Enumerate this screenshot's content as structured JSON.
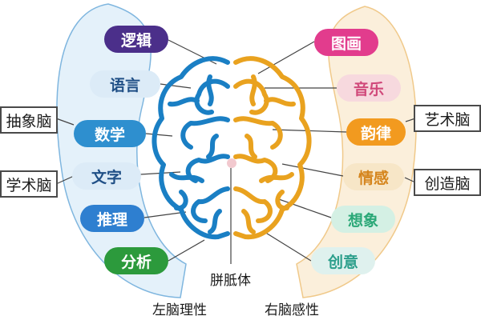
{
  "left_group": {
    "items": [
      {
        "label": "逻辑",
        "bg": "#4b2f8a",
        "color": "#ffffff"
      },
      {
        "label": "语言",
        "bg": "#dcebf7",
        "color": "#1f4f86"
      },
      {
        "label": "数学",
        "bg": "#2e8fcf",
        "color": "#ffffff"
      },
      {
        "label": "文字",
        "bg": "#dcebf7",
        "color": "#1f4f86"
      },
      {
        "label": "推理",
        "bg": "#2e7fd0",
        "color": "#ffffff"
      },
      {
        "label": "分析",
        "bg": "#2c9a3c",
        "color": "#ffffff"
      }
    ],
    "side_labels": [
      "抽象脑",
      "学术脑"
    ]
  },
  "right_group": {
    "items": [
      {
        "label": "图画",
        "bg": "#e23c8d",
        "color": "#ffffff"
      },
      {
        "label": "音乐",
        "bg": "#f7d9de",
        "color": "#d0487a"
      },
      {
        "label": "韵律",
        "bg": "#f29a1f",
        "color": "#ffffff"
      },
      {
        "label": "情感",
        "bg": "#f7e6c7",
        "color": "#d5851d"
      },
      {
        "label": "想象",
        "bg": "#d4f0e4",
        "color": "#2aa877"
      },
      {
        "label": "创意",
        "bg": "#dff1ee",
        "color": "#2d9f8c"
      }
    ],
    "side_labels": [
      "艺术脑",
      "创造脑"
    ]
  },
  "captions": {
    "center": "胼胝体",
    "left_bottom": "左脑理性",
    "right_bottom": "右脑感性"
  },
  "colors": {
    "left_panel": "#e4f1fa",
    "left_panel_border": "#7fb6df",
    "right_panel": "#fbefdb",
    "right_panel_border": "#f0c98a",
    "left_brain": "#1a7fc4",
    "right_brain": "#e9a21f"
  }
}
